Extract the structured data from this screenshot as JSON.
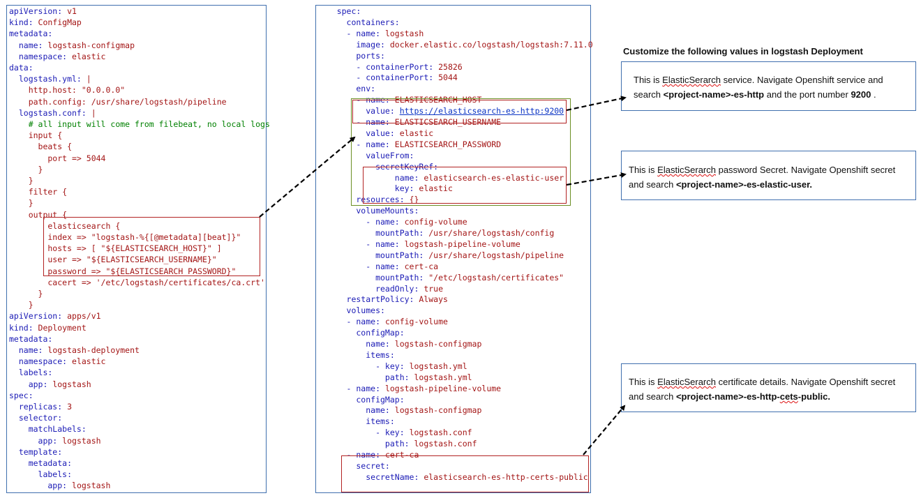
{
  "left_panel": {
    "lines": [
      [
        [
          "k",
          "apiVersion: "
        ],
        [
          "v",
          "v1"
        ]
      ],
      [
        [
          "k",
          "kind: "
        ],
        [
          "v",
          "ConfigMap"
        ]
      ],
      [
        [
          "k",
          "metadata:"
        ]
      ],
      [
        [
          "k",
          "  name: "
        ],
        [
          "v",
          "logstash-configmap"
        ]
      ],
      [
        [
          "k",
          "  namespace: "
        ],
        [
          "v",
          "elastic"
        ]
      ],
      [
        [
          "k",
          "data:"
        ]
      ],
      [
        [
          "k",
          "  logstash.yml: "
        ],
        [
          "v",
          "|"
        ]
      ],
      [
        [
          "v",
          "    http.host: \"0.0.0.0\""
        ]
      ],
      [
        [
          "v",
          "    path.config: /usr/share/logstash/pipeline"
        ]
      ],
      [
        [
          "k",
          "  logstash.conf: "
        ],
        [
          "v",
          "|"
        ]
      ],
      [
        [
          "c",
          "    # all input will come from filebeat, no local logs"
        ]
      ],
      [
        [
          "v",
          "    input {"
        ]
      ],
      [
        [
          "v",
          "      beats {"
        ]
      ],
      [
        [
          "v",
          "        port => 5044"
        ]
      ],
      [
        [
          "v",
          "      }"
        ]
      ],
      [
        [
          "v",
          "    }"
        ]
      ],
      [
        [
          "v",
          "    filter {"
        ]
      ],
      [
        [
          "v",
          "    }"
        ]
      ],
      [
        [
          "v",
          "    output {"
        ]
      ],
      [
        [
          "v",
          "        elasticsearch {"
        ]
      ],
      [
        [
          "v",
          "        index => \"logstash-%{[@metadata][beat]}\""
        ]
      ],
      [
        [
          "v",
          "        hosts => [ \"${ELASTICSEARCH_HOST}\" ]"
        ]
      ],
      [
        [
          "v",
          "        user => \"${ELASTICSEARCH_USERNAME}\""
        ]
      ],
      [
        [
          "v",
          "        password => \"${ELASTICSEARCH_PASSWORD}\""
        ]
      ],
      [
        [
          "v",
          "        cacert => '/etc/logstash/certificates/ca.crt'"
        ]
      ],
      [
        [
          "v",
          "      }"
        ]
      ],
      [
        [
          "v",
          "    }"
        ]
      ],
      [
        [
          "k",
          "apiVersion: "
        ],
        [
          "v",
          "apps/v1"
        ]
      ],
      [
        [
          "k",
          "kind: "
        ],
        [
          "v",
          "Deployment"
        ]
      ],
      [
        [
          "k",
          "metadata:"
        ]
      ],
      [
        [
          "k",
          "  name: "
        ],
        [
          "v",
          "logstash-deployment"
        ]
      ],
      [
        [
          "k",
          "  namespace: "
        ],
        [
          "v",
          "elastic"
        ]
      ],
      [
        [
          "k",
          "  labels:"
        ]
      ],
      [
        [
          "k",
          "    app: "
        ],
        [
          "v",
          "logstash"
        ]
      ],
      [
        [
          "k",
          "spec:"
        ]
      ],
      [
        [
          "k",
          "  replicas: "
        ],
        [
          "v",
          "3"
        ]
      ],
      [
        [
          "k",
          "  selector:"
        ]
      ],
      [
        [
          "k",
          "    matchLabels:"
        ]
      ],
      [
        [
          "k",
          "      app: "
        ],
        [
          "v",
          "logstash"
        ]
      ],
      [
        [
          "k",
          "  template:"
        ]
      ],
      [
        [
          "k",
          "    metadata:"
        ]
      ],
      [
        [
          "k",
          "      labels:"
        ]
      ],
      [
        [
          "k",
          "        app: "
        ],
        [
          "v",
          "logstash"
        ]
      ]
    ]
  },
  "middle_panel": {
    "lines": [
      [
        [
          "k",
          "    spec:"
        ]
      ],
      [
        [
          "k",
          "      containers:"
        ]
      ],
      [
        [
          "k",
          "      - name: "
        ],
        [
          "v",
          "logstash"
        ]
      ],
      [
        [
          "k",
          "        image: "
        ],
        [
          "v",
          "docker.elastic.co/logstash/logstash:7.11.0"
        ]
      ],
      [
        [
          "k",
          "        ports:"
        ]
      ],
      [
        [
          "k",
          "        - containerPort: "
        ],
        [
          "v",
          "25826"
        ]
      ],
      [
        [
          "k",
          "        - containerPort: "
        ],
        [
          "v",
          "5044"
        ]
      ],
      [
        [
          "k",
          "        env:"
        ]
      ],
      [
        [
          "k",
          "        - name: "
        ],
        [
          "v",
          "ELASTICSEARCH_HOST"
        ]
      ],
      [
        [
          "k",
          "          value: "
        ],
        [
          "link",
          "https://elasticsearch-es-http:9200"
        ]
      ],
      [
        [
          "k",
          "        - name: "
        ],
        [
          "v",
          "ELASTICSEARCH_USERNAME"
        ]
      ],
      [
        [
          "k",
          "          value: "
        ],
        [
          "v",
          "elastic"
        ]
      ],
      [
        [
          "k",
          "        - name: "
        ],
        [
          "v",
          "ELASTICSEARCH_PASSWORD"
        ]
      ],
      [
        [
          "k",
          "          valueFrom:"
        ]
      ],
      [
        [
          "k",
          "            secretKeyRef:"
        ]
      ],
      [
        [
          "k",
          "                name: "
        ],
        [
          "v",
          "elasticsearch-es-elastic-user"
        ]
      ],
      [
        [
          "k",
          "                key: "
        ],
        [
          "v",
          "elastic"
        ]
      ],
      [
        [
          "k",
          "        resources: "
        ],
        [
          "v",
          "{}"
        ]
      ],
      [
        [
          "k",
          "        volumeMounts:"
        ]
      ],
      [
        [
          "k",
          "          - name: "
        ],
        [
          "v",
          "config-volume"
        ]
      ],
      [
        [
          "k",
          "            mountPath: "
        ],
        [
          "v",
          "/usr/share/logstash/config"
        ]
      ],
      [
        [
          "k",
          "          - name: "
        ],
        [
          "v",
          "logstash-pipeline-volume"
        ]
      ],
      [
        [
          "k",
          "            mountPath: "
        ],
        [
          "v",
          "/usr/share/logstash/pipeline"
        ]
      ],
      [
        [
          "k",
          "          - name: "
        ],
        [
          "v",
          "cert-ca"
        ]
      ],
      [
        [
          "k",
          "            mountPath: "
        ],
        [
          "v",
          "\"/etc/logstash/certificates\""
        ]
      ],
      [
        [
          "k",
          "            readOnly: "
        ],
        [
          "v",
          "true"
        ]
      ],
      [
        [
          "k",
          "      restartPolicy: "
        ],
        [
          "v",
          "Always"
        ]
      ],
      [
        [
          "k",
          "      volumes:"
        ]
      ],
      [
        [
          "k",
          "      - name: "
        ],
        [
          "v",
          "config-volume"
        ]
      ],
      [
        [
          "k",
          "        configMap:"
        ]
      ],
      [
        [
          "k",
          "          name: "
        ],
        [
          "v",
          "logstash-configmap"
        ]
      ],
      [
        [
          "k",
          "          items:"
        ]
      ],
      [
        [
          "k",
          "            - key: "
        ],
        [
          "v",
          "logstash.yml"
        ]
      ],
      [
        [
          "k",
          "              path: "
        ],
        [
          "v",
          "logstash.yml"
        ]
      ],
      [
        [
          "k",
          "      - name: "
        ],
        [
          "v",
          "logstash-pipeline-volume"
        ]
      ],
      [
        [
          "k",
          "        configMap:"
        ]
      ],
      [
        [
          "k",
          "          name: "
        ],
        [
          "v",
          "logstash-configmap"
        ]
      ],
      [
        [
          "k",
          "          items:"
        ]
      ],
      [
        [
          "k",
          "            - key: "
        ],
        [
          "v",
          "logstash.conf"
        ]
      ],
      [
        [
          "k",
          "              path: "
        ],
        [
          "v",
          "logstash.conf"
        ]
      ],
      [
        [
          "k",
          "      - name: "
        ],
        [
          "v",
          "cert-ca"
        ]
      ],
      [
        [
          "k",
          "        secret:"
        ]
      ],
      [
        [
          "k",
          "          secretName: "
        ],
        [
          "v",
          "elasticsearch-es-http-certs-public"
        ]
      ]
    ]
  },
  "customize_title": "Customize the following values in logstash Deployment",
  "notes": {
    "note1": {
      "t1": "This is ",
      "t2": "ElasticSerarch",
      "t3": " service. Navigate Openshift service and search  ",
      "t4": "<project-name>-es-http",
      "t5": " and the port number ",
      "t6": "9200",
      "t7": " ."
    },
    "note2": {
      "t1": "This is ",
      "t2": "ElasticSerarch",
      "t3": " password Secret. Navigate Openshift secret and search ",
      "t4": "<project-name>-es-elastic-user."
    },
    "note3": {
      "t1": "This is ",
      "t2": "ElasticSerarch",
      "t3": " certificate details. Navigate Openshift secret and search ",
      "t4": "<project-name>-es-http-",
      "t5": "cets",
      "t6": "-public."
    }
  }
}
